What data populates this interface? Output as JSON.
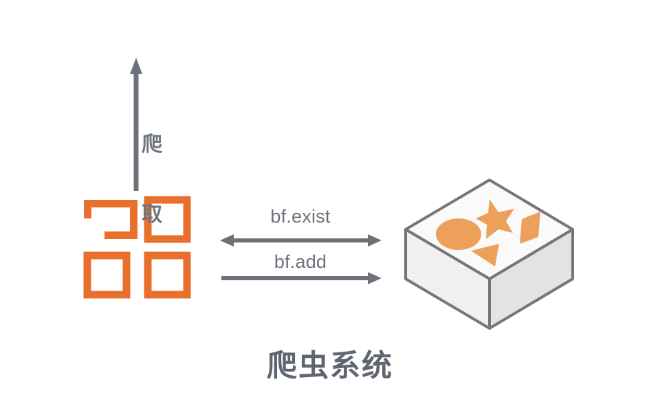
{
  "diagram": {
    "title": "爬虫系统",
    "vertical_arrow_label": "爬取",
    "vertical_arrow_label_chars": [
      "爬",
      "取"
    ],
    "operations": [
      {
        "name": "bf-exist",
        "label": "bf.exist",
        "direction": "bidirectional"
      },
      {
        "name": "bf-add",
        "label": "bf.add",
        "direction": "right"
      }
    ],
    "left_node": {
      "name": "crawler-grid-icon",
      "description": "four-square grid icon with open top-left cell",
      "cells": [
        "top-left-open",
        "top-right",
        "bottom-left",
        "bottom-right"
      ]
    },
    "right_node": {
      "name": "bloom-filter-box",
      "description": "isometric box containing shapes",
      "shapes": [
        "star",
        "ellipse",
        "rhombus",
        "triangle"
      ]
    },
    "colors": {
      "orange": "#e8702c",
      "orange_shapes": "#eda05a",
      "gray": "#6c727a",
      "gray_dark": "#5f666f",
      "box_top": "#fafafa",
      "box_left": "#f1f1f1",
      "box_front": "#e4e4e4",
      "box_stroke": "#76767a",
      "background": "#ffffff"
    }
  }
}
